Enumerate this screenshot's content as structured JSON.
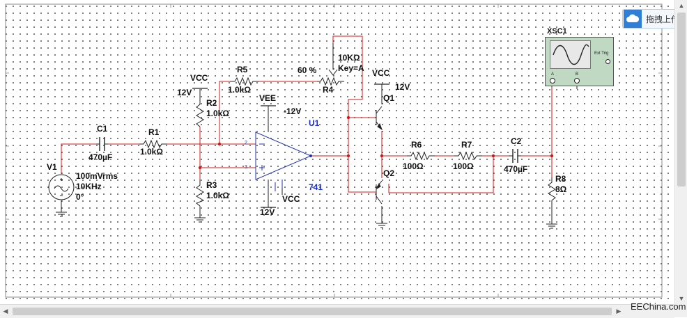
{
  "toolbar": {
    "upload_label": "拖拽上传"
  },
  "watermark": "EEChina.com",
  "instrument": {
    "name": "XSC1",
    "ext_trig": "Ext Trig",
    "ch_a": "A",
    "ch_b": "B"
  },
  "opamp": {
    "ref": "U1",
    "model": "741",
    "vee": "VEE",
    "vee_value": "-12V",
    "vcc": "VCC",
    "vcc_value": "12V",
    "pin_minus": "2",
    "pin_plus": "3"
  },
  "source": {
    "ref": "V1",
    "amplitude": "100mVrms",
    "frequency": "10KHz",
    "phase": "0°"
  },
  "caps": [
    {
      "ref": "C1",
      "value": "470µF"
    },
    {
      "ref": "C2",
      "value": "470µF"
    }
  ],
  "resistors": {
    "R1": {
      "ref": "R1",
      "value": "1.0kΩ"
    },
    "R2": {
      "ref": "R2",
      "value": "1.0kΩ"
    },
    "R3": {
      "ref": "R3",
      "value": "1.0kΩ"
    },
    "R5": {
      "ref": "R5",
      "value": "1.0kΩ"
    },
    "R6": {
      "ref": "R6",
      "value": "100Ω"
    },
    "R7": {
      "ref": "R7",
      "value": "100Ω"
    },
    "R8": {
      "ref": "R8",
      "value": "8Ω"
    }
  },
  "pot": {
    "ref": "R4",
    "value": "10KΩ",
    "key": "Key=A",
    "setting": "60 %"
  },
  "transistors": [
    {
      "ref": "Q1"
    },
    {
      "ref": "Q2"
    }
  ],
  "rails": {
    "vcc_label": "VCC",
    "vcc_12": "12V",
    "q1_vcc": "VCC",
    "q1_12": "12V",
    "bottom_12": "12V",
    "bottom_vcc": "VCC"
  }
}
